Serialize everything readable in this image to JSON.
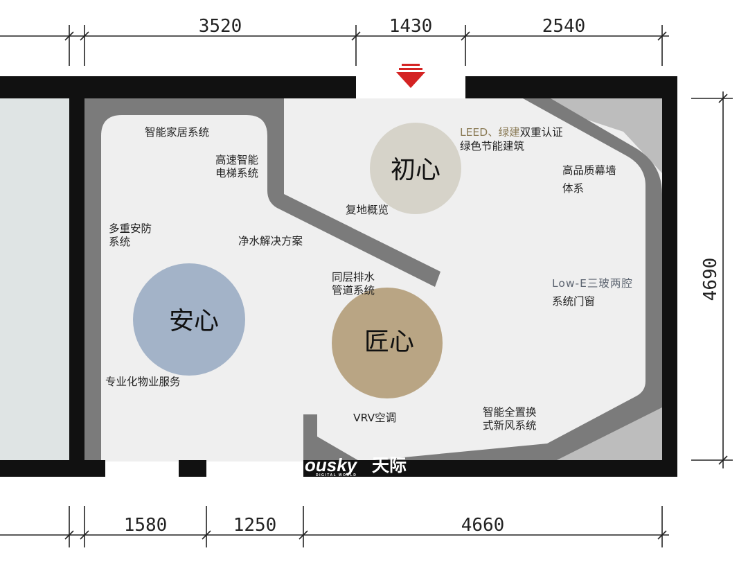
{
  "dimensions": {
    "top": [
      "3520",
      "1430",
      "2540"
    ],
    "bottom": [
      "1580",
      "1250",
      "4660"
    ],
    "right": "4690"
  },
  "circles": {
    "chuxin": "初心",
    "anxin": "安心",
    "jiangxin": "匠心"
  },
  "labels": {
    "smart_home": "智能家居系统",
    "elevator_line1": "高速智能",
    "elevator_line2": "电梯系统",
    "leed_part1": "LEED、绿建",
    "leed_part2": "双重认证",
    "green_building": "绿色节能建筑",
    "curtain_wall_line1": "高品质幕墙",
    "curtain_wall_line2": "体系",
    "duplex_overview": "复地概览",
    "security_line1": "多重安防",
    "security_line2": "系统",
    "water_purification": "净水解决方案",
    "drainage_line1": "同层排水",
    "drainage_line2": "管道系统",
    "lowe_line1": "Low-E三玻两腔",
    "lowe_line2": "系统门窗",
    "property_service": "专业化物业服务",
    "vrv": "VRV空调",
    "fresh_air_line1": "智能全置换",
    "fresh_air_line2": "式新风系统"
  },
  "logo": {
    "brand": "ousky",
    "chinese": "天际",
    "tagline": "DIGITAL WORLD"
  },
  "colors": {
    "wall": "#111111",
    "corridor": "#7b7b7b",
    "floor": "#efefef",
    "corner": "#bdbdbd",
    "outside_left": "#dfe4e4",
    "entrance_arrow": "#d42323",
    "circle_chuxin": "#d6d3c9",
    "circle_anxin": "#a3b3c8",
    "circle_jiangxin": "#b9a584"
  }
}
